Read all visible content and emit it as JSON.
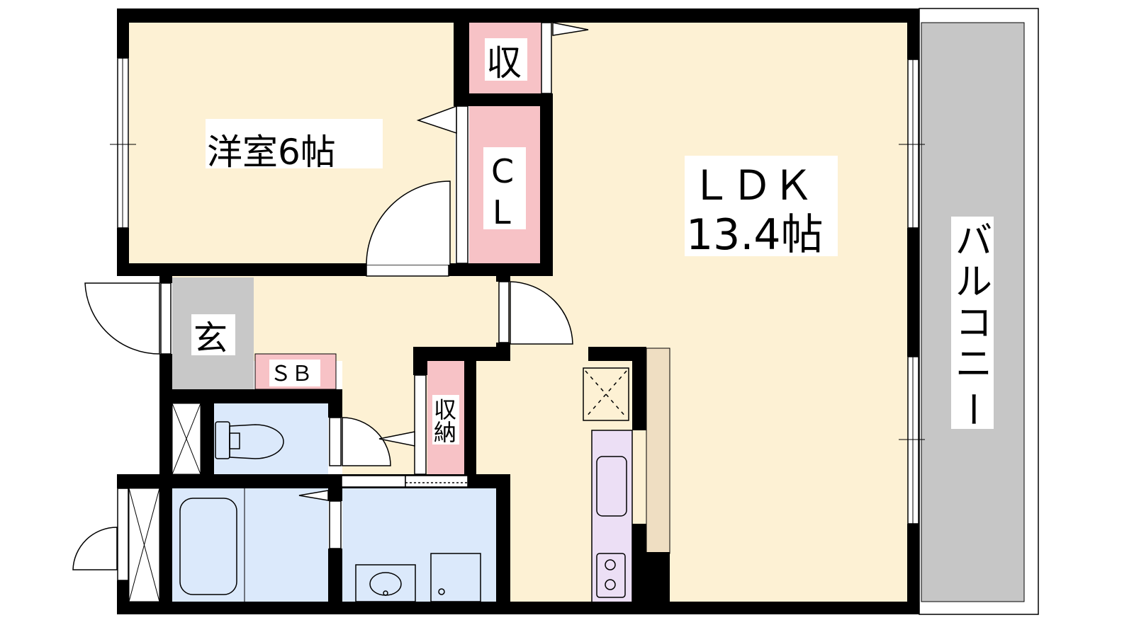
{
  "plan": {
    "western_room": "洋室6帖",
    "storage_small": "収",
    "closet_c": "C",
    "closet_l": "L",
    "ldk_name": "ＬＤＫ",
    "ldk_size": "13.4帖",
    "entrance": "玄",
    "shoe_box": "ＳＢ",
    "storage_1": "収",
    "storage_2": "納",
    "balcony": [
      "バ",
      "ル",
      "コ",
      "ニ",
      "ー"
    ]
  },
  "colors": {
    "room": "#fdf1d4",
    "storage": "#f7c2c6",
    "entrance": "#c8c8c8",
    "wet": "#dbe9fb",
    "kitchen_counter": "#ecdff5",
    "kitchen_side": "#efdec2",
    "balcony": "#c6c6c6",
    "wall": "#000000"
  }
}
